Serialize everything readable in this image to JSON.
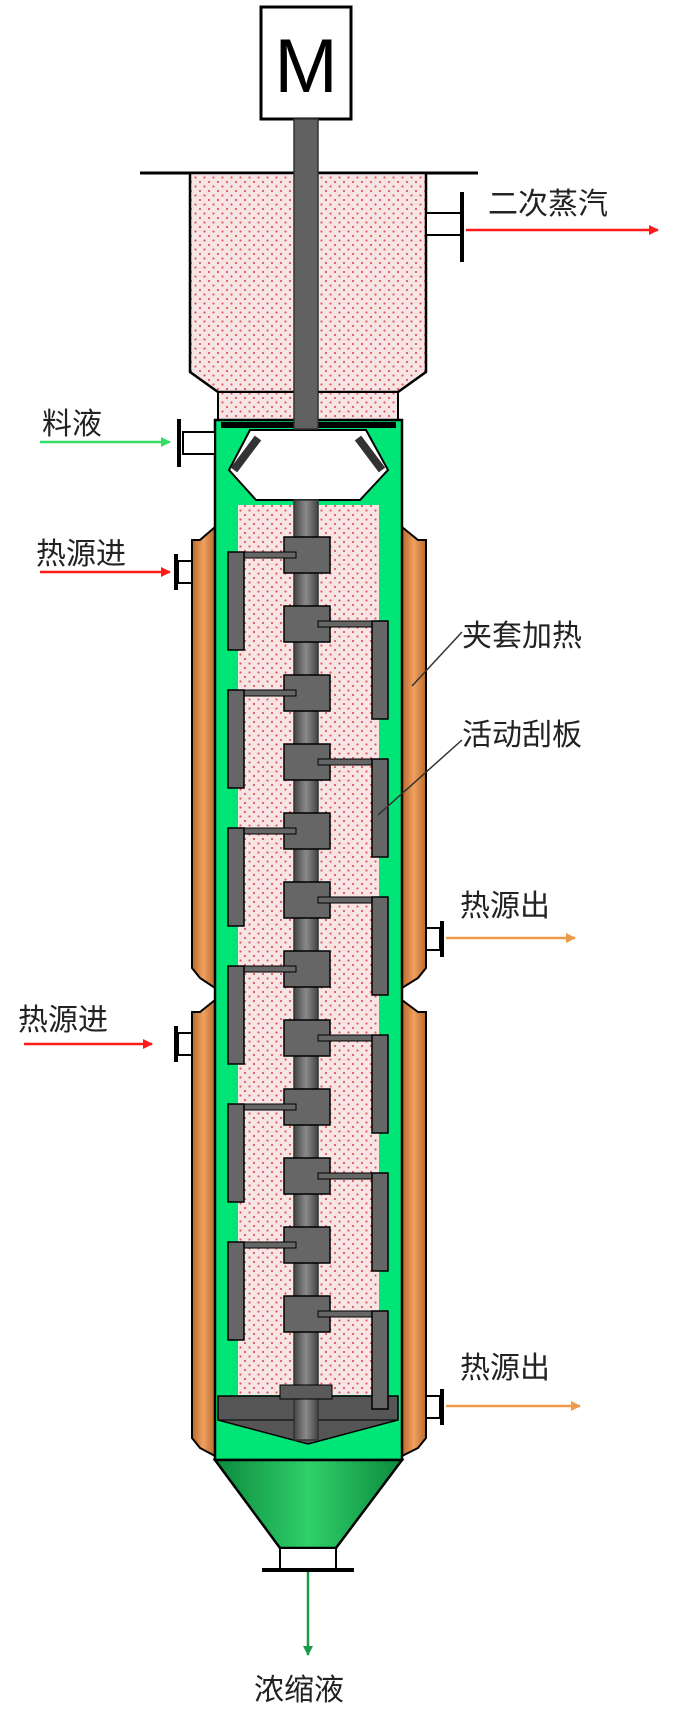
{
  "diagram": {
    "motor_label": "M",
    "labels": {
      "secondary_steam": "二次蒸汽",
      "feed_liquid": "料液",
      "heat_in_upper": "热源进",
      "heat_in_lower": "热源进",
      "jacket_heating": "夹套加热",
      "movable_scraper": "活动刮板",
      "heat_out_upper": "热源出",
      "heat_out_lower": "热源出",
      "concentrate": "浓缩液"
    },
    "colors": {
      "jacket": "#e58a3c",
      "liquid_film": "#00e676",
      "cone_green": "#1fb95a",
      "shaft": "#5f5f5f",
      "dot": "#e05a5a",
      "arrow_red": "#ff1a1a",
      "arrow_green": "#33dd66",
      "arrow_orange": "#ef9a4a",
      "arrow_dark_green": "#1a9a4a"
    }
  }
}
